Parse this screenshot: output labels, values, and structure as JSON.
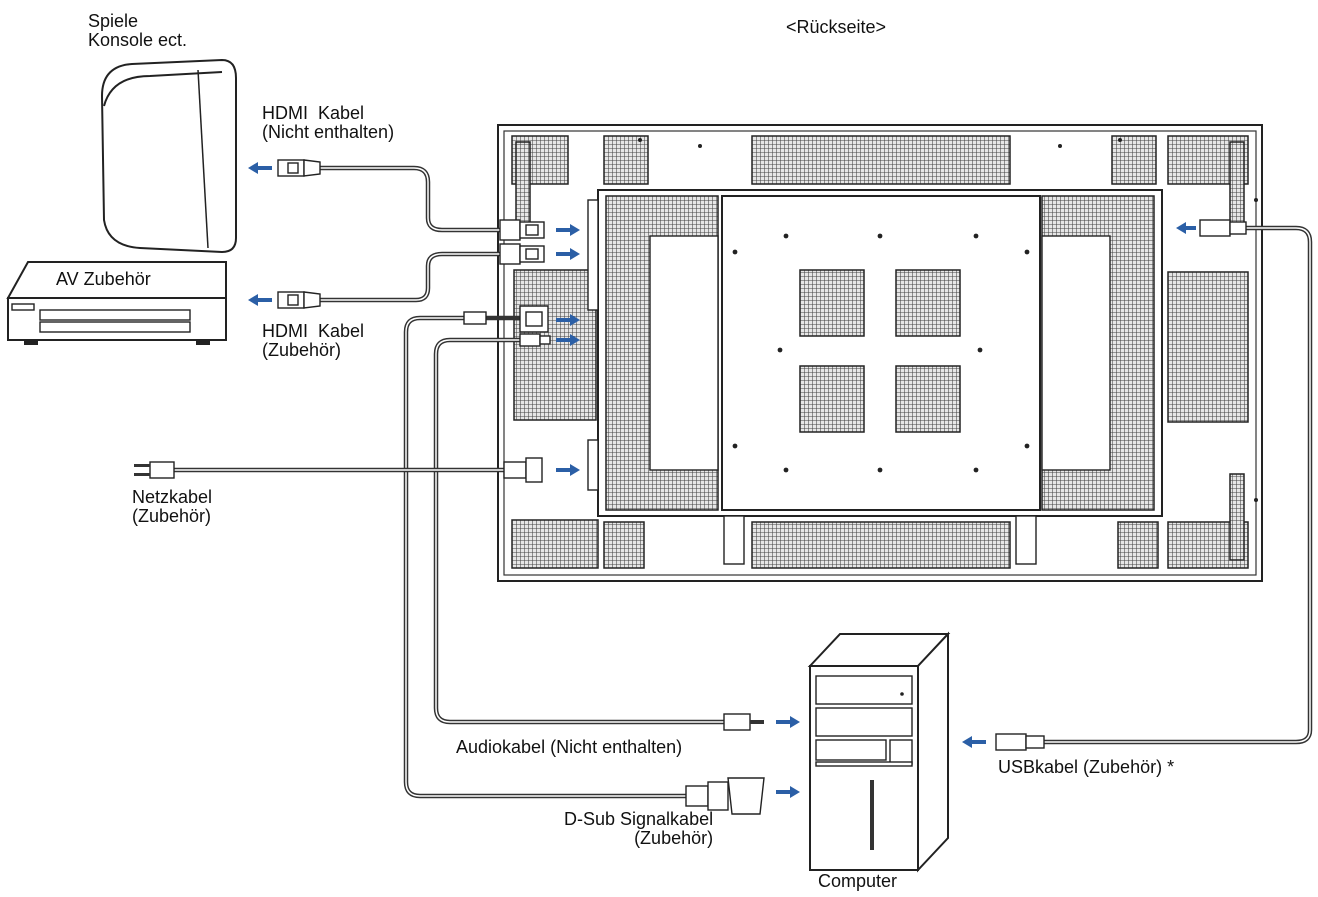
{
  "title": "<Rückseite>",
  "devices": {
    "console": "Spiele\nKonsole ect.",
    "av": "AV Zubehör",
    "computer": "Computer"
  },
  "cables": {
    "hdmi_console": "HDMI  Kabel\n(Nicht enthalten)",
    "hdmi_av": "HDMI  Kabel\n(Zubehör)",
    "power": "Netzkabel\n(Zubehör)",
    "audio": "Audiokabel (Nicht enthalten)",
    "dsub": "D-Sub Signalkabel\n(Zubehör)",
    "usb": "USBkabel (Zubehör) *"
  },
  "colors": {
    "arrow": "#2b5fa6",
    "line": "#222222",
    "background": "#ffffff"
  },
  "icons": [
    "game-console-icon",
    "av-player-icon",
    "computer-tower-icon",
    "hdmi-plug-icon",
    "usb-plug-icon",
    "power-plug-icon",
    "audio-jack-icon",
    "dsub-connector-icon",
    "direction-arrow-icon"
  ]
}
